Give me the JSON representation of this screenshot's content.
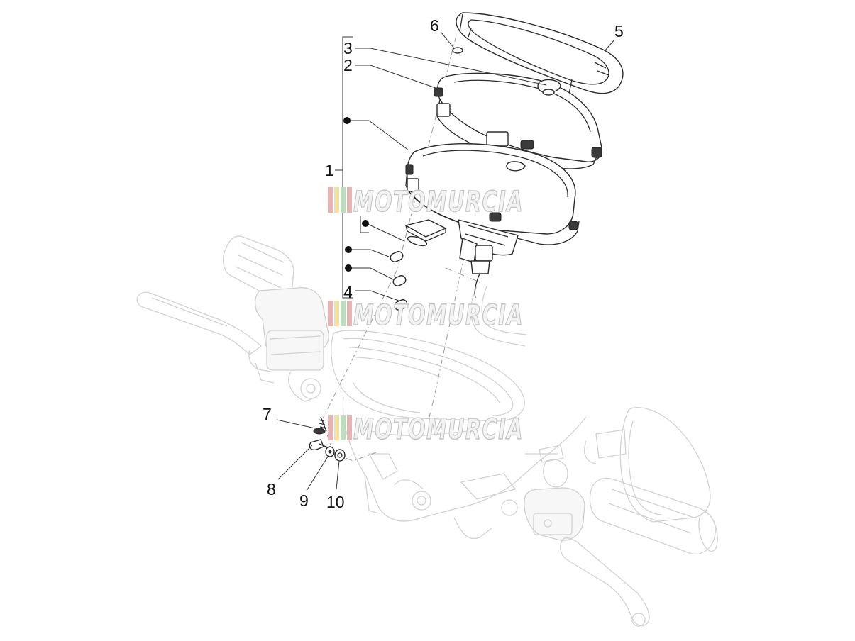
{
  "callouts": {
    "c1": "1",
    "c2": "2",
    "c3": "3",
    "c4": "4",
    "c5": "5",
    "c6": "6",
    "c7": "7",
    "c8": "8",
    "c9": "9",
    "c10": "10"
  },
  "watermark": {
    "text": "MOTOMURCIA",
    "stripe_colors": [
      "#e8b3b3",
      "#f2e2a0",
      "#bfdcbf",
      "#e8b3b3"
    ]
  }
}
